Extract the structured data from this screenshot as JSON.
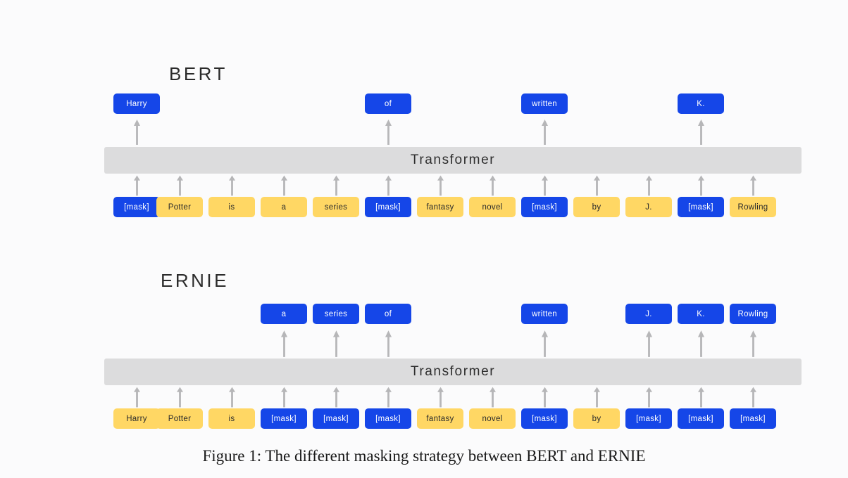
{
  "figure": {
    "caption": "Figure 1: The different masking strategy between BERT and ERNIE",
    "background_color": "#fbfbfc",
    "colors": {
      "mask_blue": "#1546e8",
      "token_yellow": "#ffd764",
      "transformer_gray": "#dcdcdd",
      "arrow_gray": "#b6b6b8",
      "text_dark": "#2b2b2b"
    }
  },
  "bert": {
    "title": "BERT",
    "transformer_label": "Transformer",
    "output_tokens": [
      {
        "index": 0,
        "label": "Harry",
        "style": "blue"
      },
      {
        "index": 5,
        "label": "of",
        "style": "blue"
      },
      {
        "index": 8,
        "label": "written",
        "style": "blue"
      },
      {
        "index": 11,
        "label": "K.",
        "style": "blue"
      }
    ],
    "input_tokens": [
      {
        "index": 0,
        "label": "[mask]",
        "style": "blue"
      },
      {
        "index": 1,
        "label": "Potter",
        "style": "yellow"
      },
      {
        "index": 2,
        "label": "is",
        "style": "yellow"
      },
      {
        "index": 3,
        "label": "a",
        "style": "yellow"
      },
      {
        "index": 4,
        "label": "series",
        "style": "yellow"
      },
      {
        "index": 5,
        "label": "[mask]",
        "style": "blue"
      },
      {
        "index": 6,
        "label": "fantasy",
        "style": "yellow"
      },
      {
        "index": 7,
        "label": "novel",
        "style": "yellow"
      },
      {
        "index": 8,
        "label": "[mask]",
        "style": "blue"
      },
      {
        "index": 9,
        "label": "by",
        "style": "yellow"
      },
      {
        "index": 10,
        "label": "J.",
        "style": "yellow"
      },
      {
        "index": 11,
        "label": "[mask]",
        "style": "blue"
      },
      {
        "index": 12,
        "label": "Rowling",
        "style": "yellow"
      }
    ]
  },
  "ernie": {
    "title": "ERNIE",
    "transformer_label": "Transformer",
    "output_tokens": [
      {
        "index": 3,
        "label": "a",
        "style": "blue"
      },
      {
        "index": 4,
        "label": "series",
        "style": "blue"
      },
      {
        "index": 5,
        "label": "of",
        "style": "blue"
      },
      {
        "index": 8,
        "label": "written",
        "style": "blue"
      },
      {
        "index": 10,
        "label": "J.",
        "style": "blue"
      },
      {
        "index": 11,
        "label": "K.",
        "style": "blue"
      },
      {
        "index": 12,
        "label": "Rowling",
        "style": "blue"
      }
    ],
    "input_tokens": [
      {
        "index": 0,
        "label": "Harry",
        "style": "yellow"
      },
      {
        "index": 1,
        "label": "Potter",
        "style": "yellow"
      },
      {
        "index": 2,
        "label": "is",
        "style": "yellow"
      },
      {
        "index": 3,
        "label": "[mask]",
        "style": "blue"
      },
      {
        "index": 4,
        "label": "[mask]",
        "style": "blue"
      },
      {
        "index": 5,
        "label": "[mask]",
        "style": "blue"
      },
      {
        "index": 6,
        "label": "fantasy",
        "style": "yellow"
      },
      {
        "index": 7,
        "label": "novel",
        "style": "yellow"
      },
      {
        "index": 8,
        "label": "[mask]",
        "style": "blue"
      },
      {
        "index": 9,
        "label": "by",
        "style": "yellow"
      },
      {
        "index": 10,
        "label": "[mask]",
        "style": "blue"
      },
      {
        "index": 11,
        "label": "[mask]",
        "style": "blue"
      },
      {
        "index": 12,
        "label": "[mask]",
        "style": "blue"
      }
    ]
  },
  "layout": {
    "slot_count": 13,
    "slot_left_positions": [
      13,
      74,
      148,
      222,
      296,
      370,
      444,
      518,
      592,
      666,
      740,
      814,
      888
    ],
    "slot_widths": [
      66,
      66,
      66,
      66,
      66,
      66,
      66,
      66,
      66,
      66,
      66,
      66,
      66
    ],
    "icon_names": [
      "up-arrow-icon"
    ]
  }
}
